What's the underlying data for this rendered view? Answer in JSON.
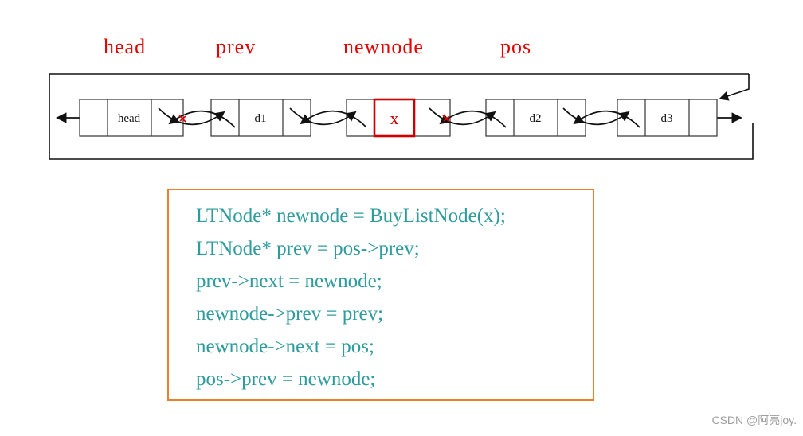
{
  "pointer_labels": {
    "head": {
      "text": "head"
    },
    "prev": {
      "text": "prev"
    },
    "newnode": {
      "text": "newnode"
    },
    "pos": {
      "text": "pos"
    }
  },
  "nodes": [
    {
      "label": "head"
    },
    {
      "label": "d1"
    },
    {
      "label": "x"
    },
    {
      "label": "d2"
    },
    {
      "label": "d3"
    }
  ],
  "code_box": {
    "lines": [
      "LTNode* newnode = BuyListNode(x);",
      "LTNode* prev = pos->prev;",
      "prev->next = newnode;",
      "newnode->prev = prev;",
      "newnode->next = pos;",
      "pos->prev = newnode;"
    ]
  },
  "watermark": "CSDN @阿亮joy.",
  "colors": {
    "label_red": "#e60000",
    "code_teal": "#2e9c9c",
    "box_orange": "#ee7f2d",
    "highlight_red": "#cc0000",
    "line_black": "#111111",
    "watermark_gray": "#9e9e9e"
  }
}
